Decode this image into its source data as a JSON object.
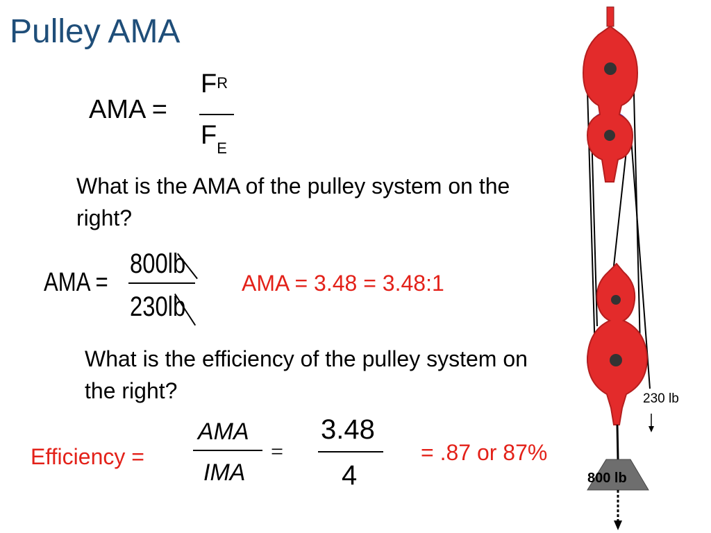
{
  "slide": {
    "title": "Pulley AMA"
  },
  "formula": {
    "lhs": "AMA =",
    "num_letter": "F",
    "num_sub": "R",
    "den_letter": "F",
    "den_sub": "E"
  },
  "question1": "What is the AMA of the pulley system on the right?",
  "calc1": {
    "lhs": "AMA =",
    "numerator": "800lb",
    "denominator": "230lb",
    "result": "AMA = 3.48 = 3.48:1"
  },
  "question2": "What is the efficiency of the pulley system on the right?",
  "calc2": {
    "lhs": "Efficiency =",
    "num_sym": "AMA",
    "den_sym": "IMA",
    "equals": "=",
    "num_val": "3.48",
    "den_val": "4",
    "result": "= .87 or 87%"
  },
  "diagram": {
    "effort_label": "230 lb",
    "load_label": "800 lb",
    "block_color": "#e32b2b",
    "accent_color": "#3a3ad6"
  }
}
